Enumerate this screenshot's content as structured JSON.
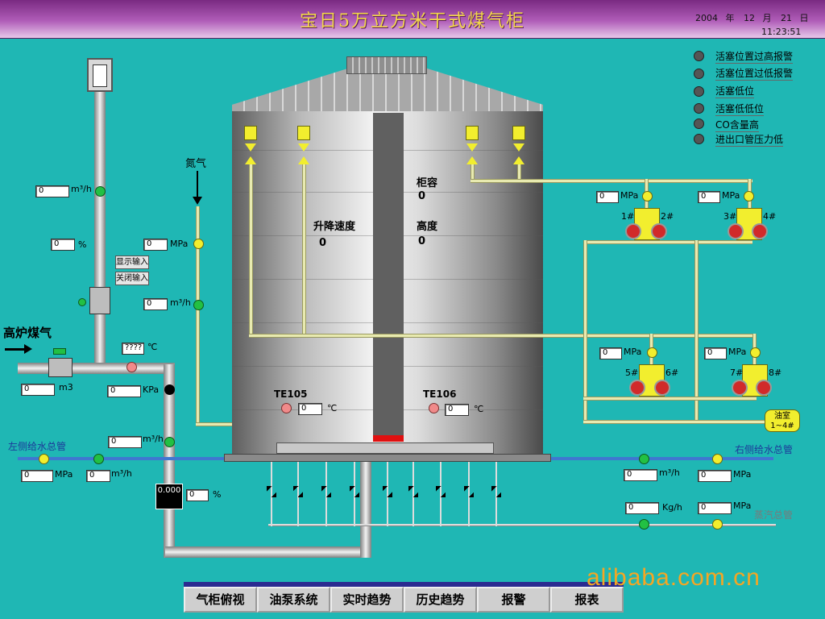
{
  "header": {
    "title": "宝日5万立方米干式煤气柜",
    "date": {
      "year": "2004",
      "year_unit": "年",
      "month": "12",
      "month_unit": "月",
      "day": "21",
      "day_unit": "日"
    },
    "time": "11:23:51"
  },
  "alarms": [
    "活塞位置过高报警",
    "活塞位置过低报警",
    "活塞低位",
    "活塞低低位",
    "CO含量高",
    "进出口管压力低"
  ],
  "left": {
    "flow_top": {
      "value": "0",
      "unit": "m³/h"
    },
    "percent_top": {
      "value": "0",
      "unit": "%"
    },
    "btn_show": "显示输入",
    "btn_close": "关闭输入",
    "furnace_gas_label": "高炉煤气",
    "temp": {
      "value": "????",
      "unit": "℃"
    },
    "volume": {
      "value": "0",
      "unit": "m3"
    },
    "pressure": {
      "value": "0",
      "unit": "KPa"
    },
    "nitrogen_label": "氮气",
    "n2_pressure": {
      "value": "0",
      "unit": "MPa"
    },
    "n2_flow": {
      "value": "0",
      "unit": "m³/h"
    },
    "water_flow": {
      "value": "0",
      "unit": "m³/h"
    },
    "left_water_label": "左侧给水总管",
    "lw_pressure": {
      "value": "0",
      "unit": "MPa"
    },
    "lw_flow": {
      "value": "0",
      "unit": "m³/h"
    },
    "valve_display": "0.000",
    "valve_percent": {
      "value": "0",
      "unit": "%"
    }
  },
  "tank": {
    "capacity_label": "柜容",
    "capacity_value": "0",
    "speed_label": "升降速度",
    "speed_value": "0",
    "height_label": "高度",
    "height_value": "0",
    "te105_label": "TE105",
    "te105_value": "0",
    "te106_label": "TE106",
    "te106_value": "0",
    "temp_unit": "℃"
  },
  "pumps": {
    "p12": {
      "pressure": "0",
      "unit": "MPa",
      "l1": "1#",
      "l2": "2#"
    },
    "p34": {
      "pressure": "0",
      "unit": "MPa",
      "l1": "3#",
      "l2": "4#"
    },
    "p56": {
      "pressure": "0",
      "unit": "MPa",
      "l1": "5#",
      "l2": "6#"
    },
    "p78": {
      "pressure": "0",
      "unit": "MPa",
      "l1": "7#",
      "l2": "8#"
    },
    "oil_room": "油室",
    "oil_room_sub": "1~4#"
  },
  "right": {
    "right_water_label": "右侧给水总管",
    "rw_flow": {
      "value": "0",
      "unit": "m³/h"
    },
    "rw_pressure": {
      "value": "0",
      "unit": "MPa"
    },
    "steam_flow": {
      "value": "0",
      "unit": "Kg/h"
    },
    "steam_pressure": {
      "value": "0",
      "unit": "MPa"
    },
    "steam_label": "蒸汽总管"
  },
  "menu": [
    "气柜俯视",
    "油泵系统",
    "实时趋势",
    "历史趋势",
    "报警",
    "报表"
  ],
  "watermark": "alibaba.com.cn",
  "colors": {
    "background": "#1fb7b4",
    "header": "#9b4ba3",
    "title": "#f2d64a",
    "alarm_off": "#555555",
    "status_green": "#22c043",
    "status_yellow": "#f2ee2e"
  }
}
